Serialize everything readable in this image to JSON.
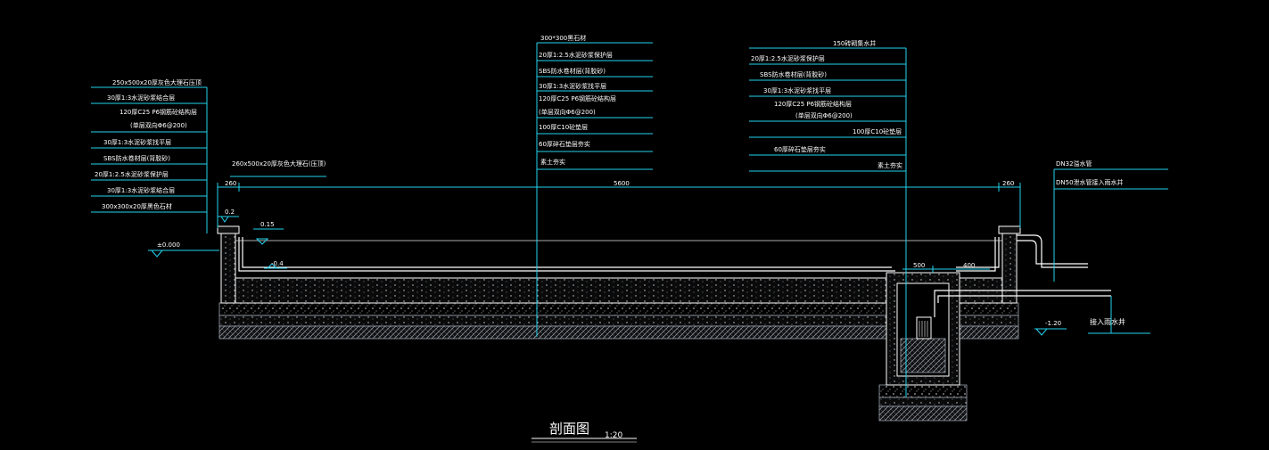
{
  "colors": {
    "background": "#000000",
    "leader": "#22d3ee",
    "structure": "#ffffff",
    "fill": "#6b7280"
  },
  "left_callout": [
    "250x500x20厚灰色大理石压顶",
    "30厚1:3水泥砂浆结合层",
    "120厚C25  P6钢筋砼结构层",
    "(单层双向Φ6@200)",
    "30厚1:3水泥砂浆找平层",
    "SBS防水卷材层(背胶砂)",
    "20厚1:2.5水泥砂浆保护层",
    "30厚1:3水泥砂浆结合层",
    "300x300x20厚黑色石材"
  ],
  "left_top_label": "260x500x20厚灰色大理石(压顶)",
  "center_callout": [
    "300*300黑石材",
    "20厚1:2.5水泥砂浆保护层",
    "SBS防水卷材层(背胶砂)",
    "30厚1:3水泥砂浆找平层",
    "120厚C25  P6钢筋砼结构层",
    "(单层双向Φ6@200)",
    "100厚C10砼垫层",
    "60厚碎石垫层夯实",
    "素土夯实"
  ],
  "right_callout": [
    "150砖砌集水井",
    "20厚1:2.5水泥砂浆保护层",
    "SBS防水卷材层(背胶砂)",
    "30厚1:3水泥砂浆找平层",
    "120厚C25  P6钢筋砼结构层",
    "(单层双向Φ6@200)",
    "100厚C10砼垫层",
    "60厚碎石垫层夯实",
    "素土夯实"
  ],
  "pipe_labels": [
    "DN32溢水管",
    "DN50泄水管接入雨水井"
  ],
  "outlet_label": "接入雨水井",
  "dimensions": {
    "left": "260",
    "span": "5600",
    "right": "260",
    "sump_a": "500",
    "sump_b": "400"
  },
  "elevations": {
    "coping": "0.2",
    "ground": "±0.000",
    "water": "0.15",
    "floor": "-0.4",
    "pipe": "-1.20"
  },
  "title": "剖面图",
  "scale": "1:20"
}
